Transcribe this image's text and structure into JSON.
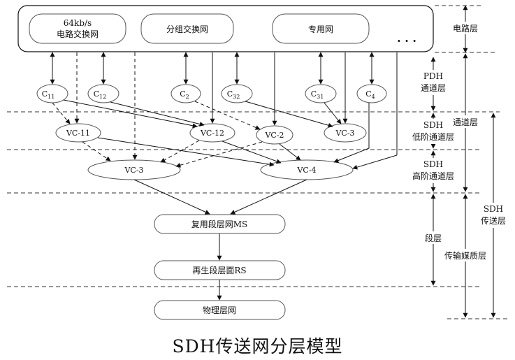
{
  "circuit_layer": {
    "boxes": [
      "64kb/s",
      "电路交换网",
      "分组交换网",
      "专用网"
    ],
    "ellipsis": ". . ."
  },
  "c_nodes": {
    "c11": [
      "C",
      "11"
    ],
    "c12": [
      "C",
      "12"
    ],
    "c2": [
      "C",
      "2"
    ],
    "c32": [
      "C",
      "32"
    ],
    "c31": [
      "C",
      "31"
    ],
    "c4": [
      "C",
      "4"
    ]
  },
  "low_vc": [
    "VC-11",
    "VC-12",
    "VC-2",
    "VC-3"
  ],
  "high_vc": [
    "VC-3",
    "VC-4"
  ],
  "section_boxes": [
    "复用段层网MS",
    "再生段层面RS",
    "物理层网"
  ],
  "right_labels": {
    "circuit": "电路层",
    "pdh_1": "PDH",
    "pdh_2": "通道层",
    "sdh_low_1": "SDH",
    "sdh_low_2": "低阶通道层",
    "sdh_high_1": "SDH",
    "sdh_high_2": "高阶通道层",
    "channel": "通道层",
    "section": "段层",
    "medium": "传输媒质层",
    "sdh_1": "SDH",
    "sdh_2": "传送层"
  },
  "caption": "SDH传送网分层模型"
}
